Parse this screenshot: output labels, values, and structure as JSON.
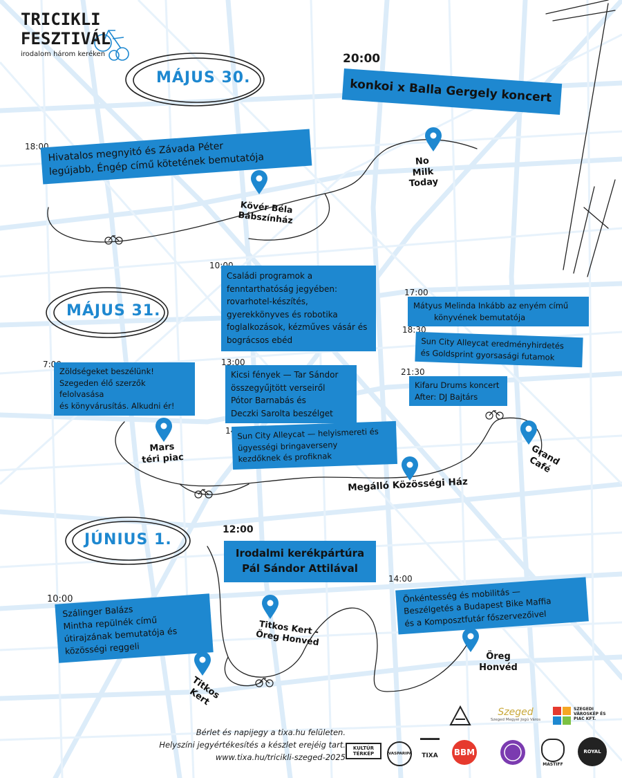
{
  "header": {
    "title_line1": "TRICIKLI",
    "title_line2": "FESZTIVÁL",
    "tagline": "irodalom három keréken"
  },
  "colors": {
    "accent": "#1e88d0",
    "map_lines": "#dcecf9",
    "ink": "#1a1a1a"
  },
  "days": [
    {
      "label": "MÁJUS 30."
    },
    {
      "label": "MÁJUS 31."
    },
    {
      "label": "JÚNIUS 1."
    }
  ],
  "events": {
    "may30_opening": {
      "time": "18:00",
      "lines": [
        "Hivatalos megnyitó és Závada Péter",
        "legújabb, Éngép című kötetének bemutatója"
      ]
    },
    "may30_concert": {
      "time": "20:00",
      "lines": [
        "konkoi x Balla Gergely koncert"
      ]
    },
    "may31_family": {
      "time": "10:00",
      "lines": [
        "Családi programok a",
        "fenntarthatóság jegyében:",
        "rovarhotel-készítés,",
        "gyerekkönyves és robotika",
        "foglalkozások, kézműves vásár és",
        "bográcsos ebéd"
      ]
    },
    "may31_greens": {
      "time": "7:00",
      "lines": [
        "Zöldségeket beszélünk!",
        "Szegeden élő szerzők felolvasása",
        "és könyvárusítás. Alkudni ér!"
      ]
    },
    "may31_lights": {
      "time": "13:00",
      "lines": [
        "Kicsi fények — Tar Sándor",
        "összegyűjtött verseiről",
        "Pótor Barnabás és",
        "Deczki Sarolta beszélget"
      ]
    },
    "may31_alleycat": {
      "time": "14:30",
      "lines": [
        "Sun City Alleycat — helyismereti és",
        "ügyességi bringaverseny",
        "kezdőknek és profiknak"
      ]
    },
    "may31_matyus": {
      "time": "17:00",
      "lines": [
        "Mátyus Melinda Inkább az enyém című",
        "könyvének bemutatója"
      ]
    },
    "may31_results": {
      "time": "18:30",
      "lines": [
        "Sun City Alleycat eredményhirdetés",
        "és Goldsprint gyorsasági futamok"
      ]
    },
    "may31_drums": {
      "time": "21:30",
      "lines": [
        "Kifaru Drums koncert",
        "After: DJ Bajtárs"
      ]
    },
    "jun1_tour": {
      "time": "12:00",
      "lines": [
        "Irodalmi kerékpártúra",
        "Pál Sándor Attilával"
      ]
    },
    "jun1_breakfast": {
      "time": "10:00",
      "lines": [
        "Szálinger Balázs",
        "Mintha repülnék című",
        "útirajzának bemutatója és",
        "közösségi reggeli"
      ]
    },
    "jun1_volunteer": {
      "time": "14:00",
      "lines": [
        "Önkéntesség és mobilitás —",
        "Beszélgetés a Budapest Bike Maffia",
        "és a Komposztfutár főszervezőivel"
      ]
    }
  },
  "venues": {
    "kover_bela": [
      "Kövér Béla",
      "Bábszínház"
    ],
    "no_milk": [
      "No",
      "Milk",
      "Today"
    ],
    "mars_ter": [
      "Mars",
      "téri piac"
    ],
    "grand_cafe": [
      "Grand",
      "Café"
    ],
    "megallo": [
      "Megálló Közösségi Ház"
    ],
    "titkos_kert_oreg": [
      "Titkos Kert -",
      "Öreg Honvéd"
    ],
    "oreg_honved": [
      "Öreg",
      "Honvéd"
    ],
    "titkos_kert": [
      "Titkos",
      "Kert"
    ]
  },
  "footer": {
    "lines": [
      "Bérlet és napijegy a tixa.hu felületen.",
      "Helyszíni jegyértékesítés a készlet erejéig tart.",
      "www.tixa.hu/tricikli-szeged-2025"
    ]
  },
  "sponsors": {
    "szeged": "Szeged",
    "szeged_sub": "Szeged Megyei Jogú Város",
    "varoskep": "SZEGEDI VÁROSKÉP ÉS PIAC KFT.",
    "kultur": "KULTÚR TÉRKÉP",
    "vasparipa": "VASPARIPA",
    "tixa": "TIXA",
    "bbm": "BBM",
    "mastiff": "MASTIFF",
    "royal": "ROYAL"
  }
}
